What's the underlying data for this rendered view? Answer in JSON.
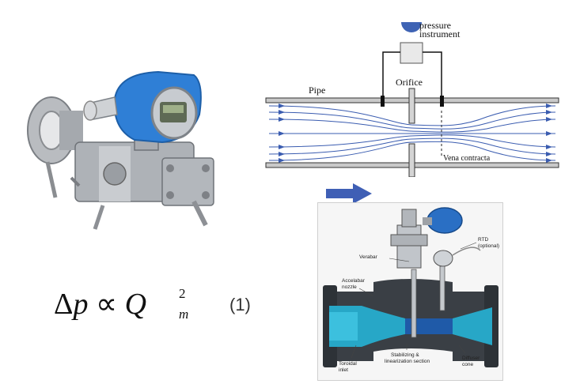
{
  "flow_diagram": {
    "pressure_label_line1": "pressure",
    "pressure_label_line2": "instrument",
    "orifice_label": "Orifice",
    "pipe_label": "Pipe",
    "vena_label": "Vena contracta"
  },
  "formula": {
    "delta": "Δ",
    "p": "p",
    "prop": "∝",
    "q": "Q",
    "exponent": "2",
    "subscript": "m",
    "equation_number": "(1)"
  },
  "meter_callouts": {
    "verabar": "Verabar",
    "rtd_line1": "RTD",
    "rtd_line2": "(optional)",
    "accelabar_line1": "Accelabar",
    "accelabar_line2": "nozzle",
    "stab_line1": "Stabilizing &",
    "stab_line2": "linearization section",
    "toroidal_line1": "Toroidal",
    "toroidal_line2": "inlet",
    "diffuser_line1": "Diffuser",
    "diffuser_line2": "cone"
  },
  "colors": {
    "arrow": "#3f5fb5",
    "streamline": "#3a5cb0",
    "transmitter_blue": "#2f7fd6",
    "meter_cyan": "#27a7c7"
  }
}
